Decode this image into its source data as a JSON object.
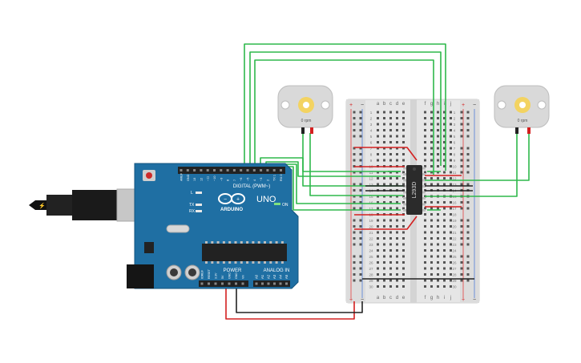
{
  "arduino": {
    "brand": "ARDUINO",
    "model": "UNO",
    "digital_header": "DIGITAL (PWM~)",
    "power_label": "POWER",
    "analog_label": "ANALOG IN",
    "on_label": "ON",
    "led_l": "L",
    "led_tx": "TX",
    "led_rx": "RX",
    "digital_pins": [
      "AREF",
      "GND",
      "13",
      "12",
      "~11",
      "~10",
      "~9",
      "8",
      "7",
      "~6",
      "~5",
      "4",
      "~3",
      "2",
      "TX 1",
      "RX 0"
    ],
    "power_pins": [
      "IOREF",
      "RESET",
      "3.3V",
      "5V",
      "GND",
      "GND",
      "Vin"
    ],
    "analog_pins": [
      "A0",
      "A1",
      "A2",
      "A3",
      "A4",
      "A5"
    ],
    "colors": {
      "board": "#1f6fa3",
      "board_dark": "#15557f",
      "usb": "#bfbfbf",
      "header": "#222222"
    }
  },
  "motors": [
    {
      "label": "0 rpm"
    },
    {
      "label": "0 rpm"
    }
  ],
  "ic": {
    "label": "L293D"
  },
  "breadboard": {
    "col_letters_left": [
      "a",
      "b",
      "c",
      "d",
      "e"
    ],
    "col_letters_right": [
      "f",
      "g",
      "h",
      "i",
      "j"
    ],
    "rail_plus": "+",
    "rail_minus": "−",
    "row_numbers": [
      "1",
      "2",
      "3",
      "4",
      "5",
      "6",
      "7",
      "8",
      "9",
      "10",
      "11",
      "12",
      "13",
      "14",
      "15",
      "16",
      "17",
      "18",
      "19",
      "20",
      "21",
      "22",
      "23",
      "24",
      "25",
      "26",
      "27",
      "28",
      "29",
      "30"
    ]
  },
  "wire_colors": {
    "green": "#2eb84b",
    "red": "#d42020",
    "black": "#222222"
  }
}
